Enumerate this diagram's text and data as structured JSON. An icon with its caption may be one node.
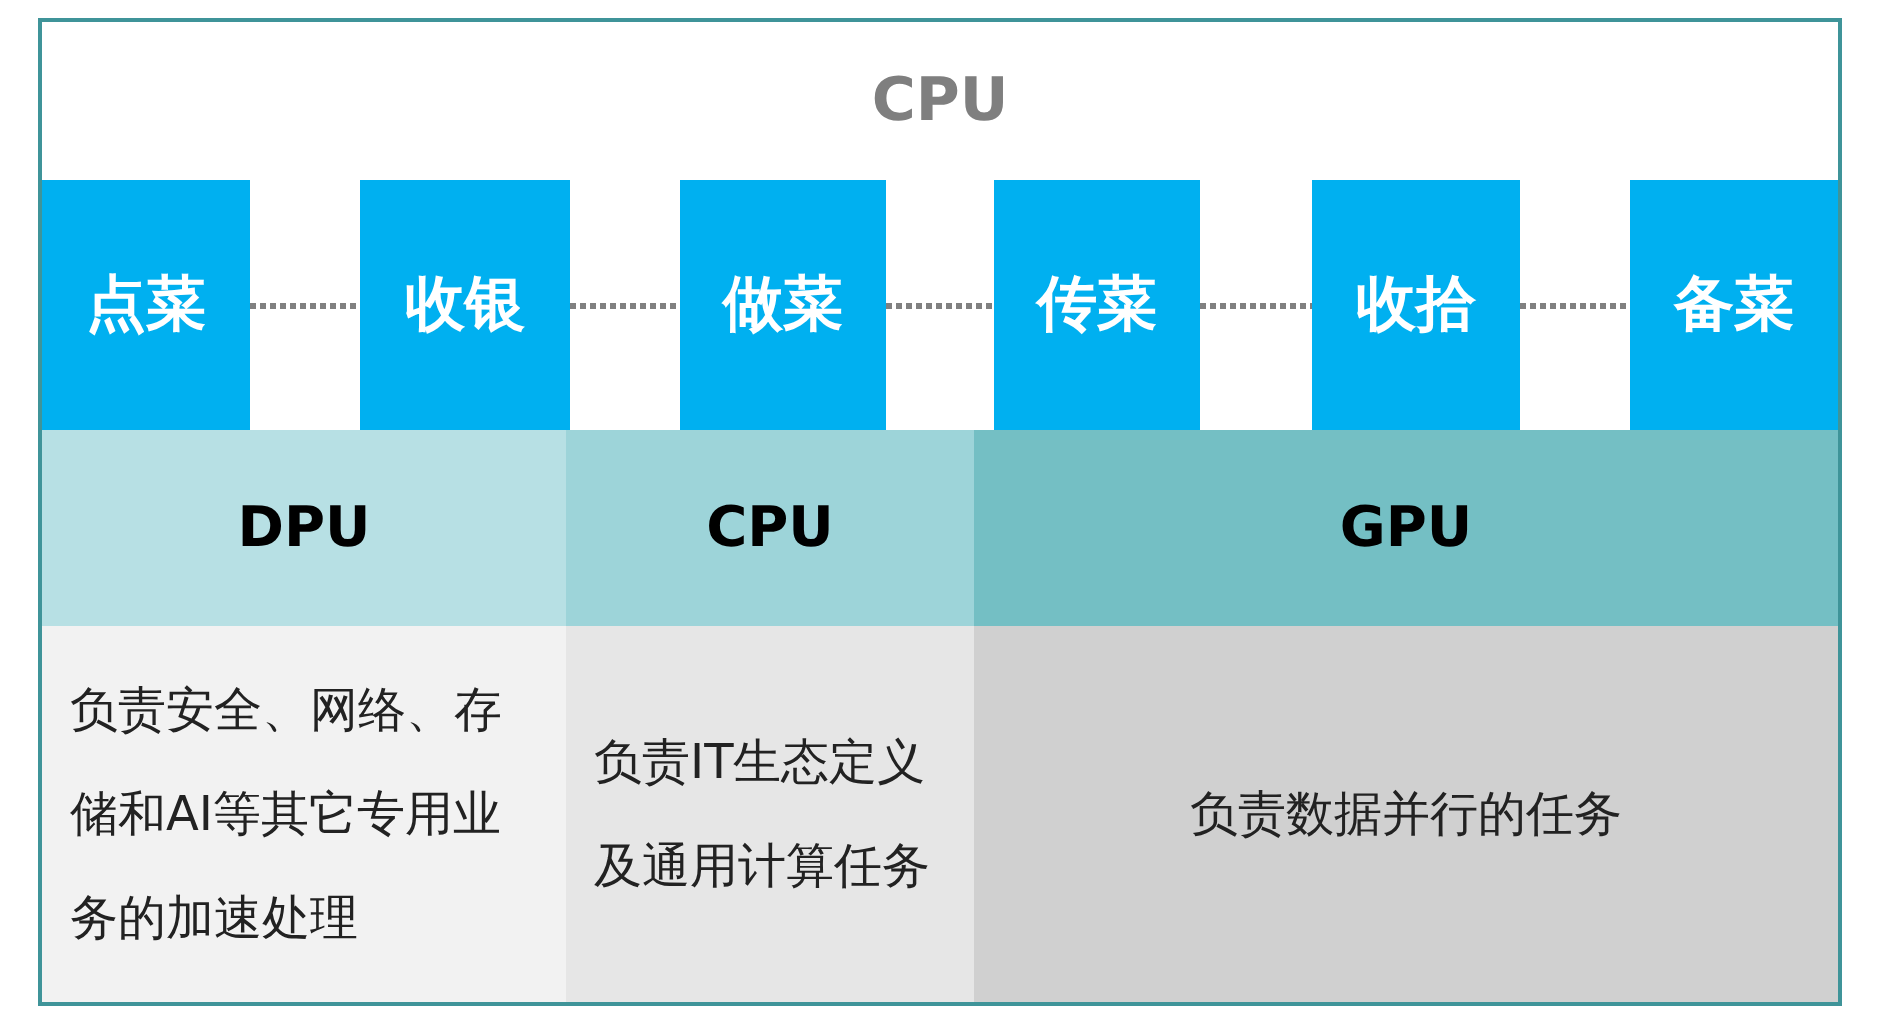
{
  "diagram": {
    "nodes": [
      {
        "text": [
          "CPU"
        ]
      },
      {
        "text": [
          "点菜"
        ]
      },
      {
        "text": [
          "收银"
        ]
      },
      {
        "text": [
          "做菜"
        ]
      },
      {
        "text": [
          "传菜"
        ]
      },
      {
        "text": [
          "收拾"
        ]
      },
      {
        "text": [
          "备菜"
        ]
      },
      {
        "text": [
          "DPU"
        ]
      },
      {
        "text": [
          "CPU"
        ]
      },
      {
        "text": [
          "GPU"
        ]
      },
      {
        "text": [
          "负责安全、网络、存储和AI等其它专用业务的加速处理"
        ]
      },
      {
        "text": [
          "负责IT生态定义及通用计算任务"
        ]
      },
      {
        "text": [
          "负责数据并行的任务"
        ]
      }
    ],
    "edges": [
      {
        "from": 1,
        "to": 2,
        "arrow": "none"
      },
      {
        "from": 2,
        "to": 3,
        "arrow": "none"
      },
      {
        "from": 3,
        "to": 4,
        "arrow": "none"
      },
      {
        "from": 4,
        "to": 5,
        "arrow": "none"
      },
      {
        "from": 5,
        "to": 6,
        "arrow": "none"
      }
    ]
  }
}
